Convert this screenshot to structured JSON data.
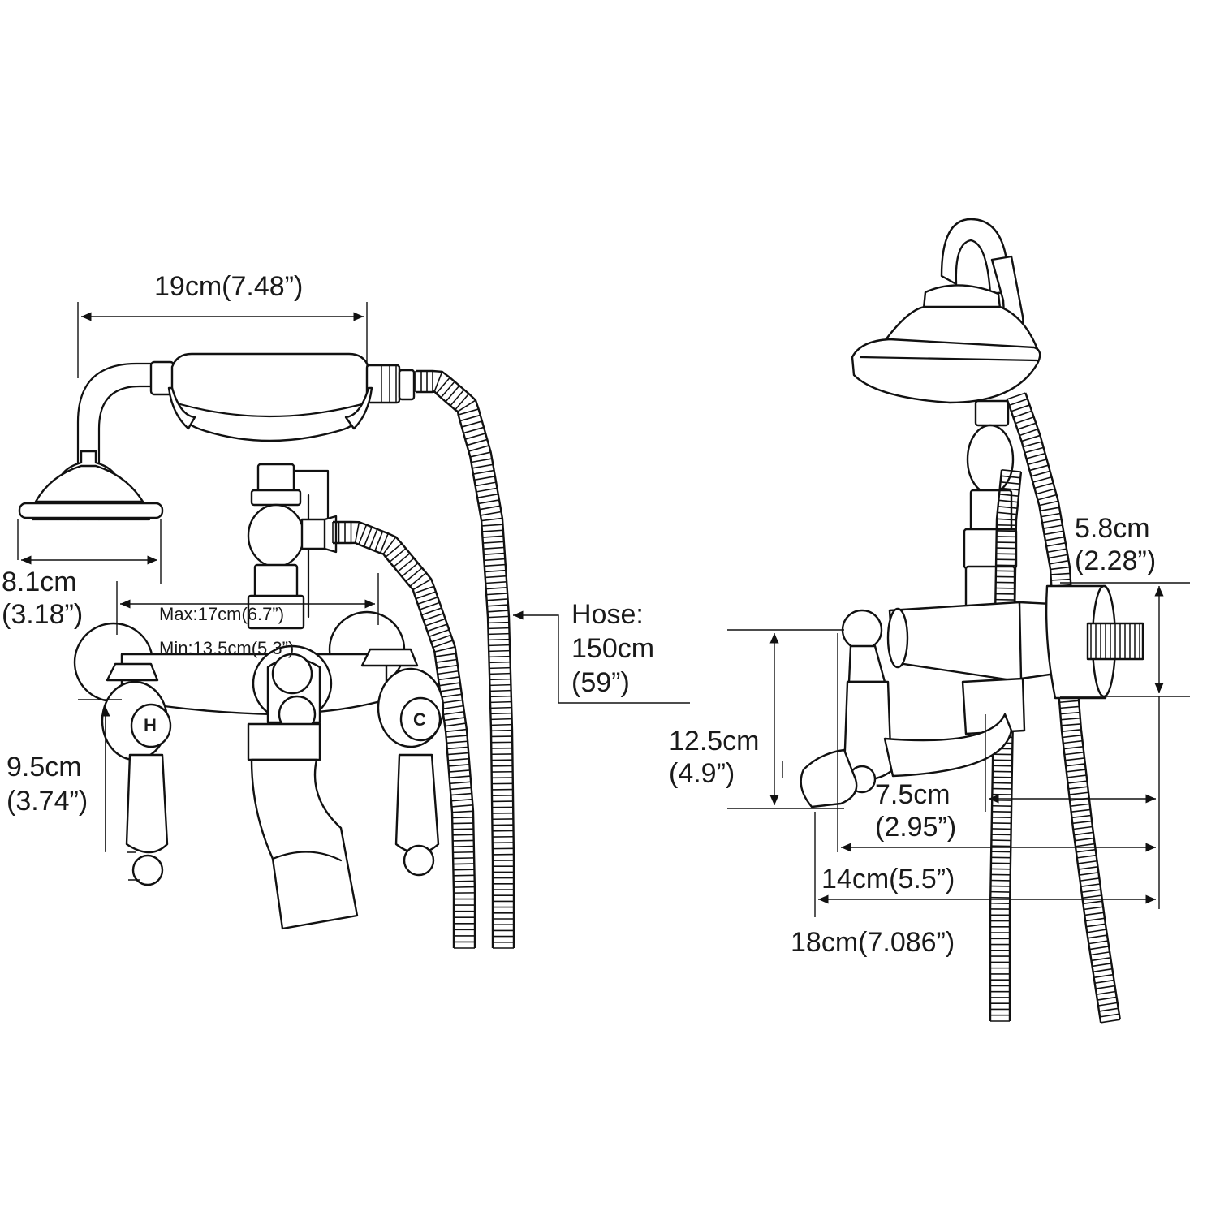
{
  "front_view": {
    "width_label": "19cm(7.48”)",
    "shower_head_cm": "8.1cm",
    "shower_head_in": "(3.18”)",
    "max_spacing": "Max:17cm(6.7”)",
    "min_spacing": "Min:13.5cm(5.3”)",
    "height_cm": "9.5cm",
    "height_in": "(3.74”)",
    "hose_title": "Hose:",
    "hose_cm": "150cm",
    "hose_in": "(59”)",
    "hot_mark": "H",
    "cold_mark": "C"
  },
  "side_view": {
    "flange_cm": "5.8cm",
    "flange_in": "(2.28”)",
    "spout_drop_cm": "12.5cm",
    "spout_drop_in": "(4.9”)",
    "depth_a_cm": "7.5cm",
    "depth_a_in": "(2.95”)",
    "depth_b": "14cm(5.5”)",
    "depth_c": "18cm(7.086”)"
  }
}
